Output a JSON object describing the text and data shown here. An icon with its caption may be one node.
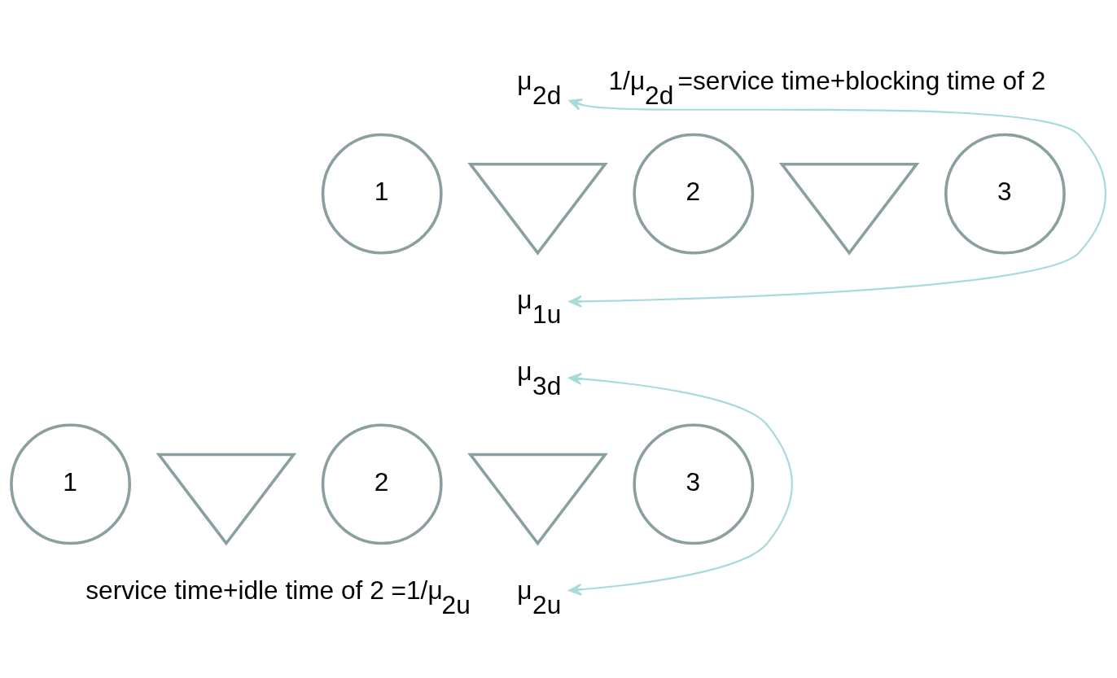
{
  "diagram": {
    "nodes": [
      {
        "text": [
          "1"
        ]
      },
      {
        "text": [],
        "shape": "triangle"
      },
      {
        "text": [
          "2"
        ]
      },
      {
        "text": [],
        "shape": "triangle"
      },
      {
        "text": [
          "3"
        ]
      },
      {
        "text": [
          "1"
        ]
      },
      {
        "text": [],
        "shape": "triangle"
      },
      {
        "text": [
          "2"
        ]
      },
      {
        "text": [],
        "shape": "triangle"
      },
      {
        "text": [
          "3"
        ]
      },
      {
        "text": [
          "μ$_{2d}$"
        ]
      },
      {
        "text": [
          "μ$_{1u}$"
        ]
      },
      {
        "text": [
          "μ$_{3d}$"
        ]
      },
      {
        "text": [
          "μ$_{2u}$"
        ]
      }
    ],
    "edges": [
      {
        "from": 11,
        "to": 10,
        "arrow": "both"
      },
      {
        "from": 13,
        "to": 12,
        "arrow": "both"
      }
    ],
    "labels": [
      "1/μ$_{2d}$ =service time+blocking time of 2",
      "service time+idle time of 2 =1/μ$_{2u}$"
    ]
  }
}
